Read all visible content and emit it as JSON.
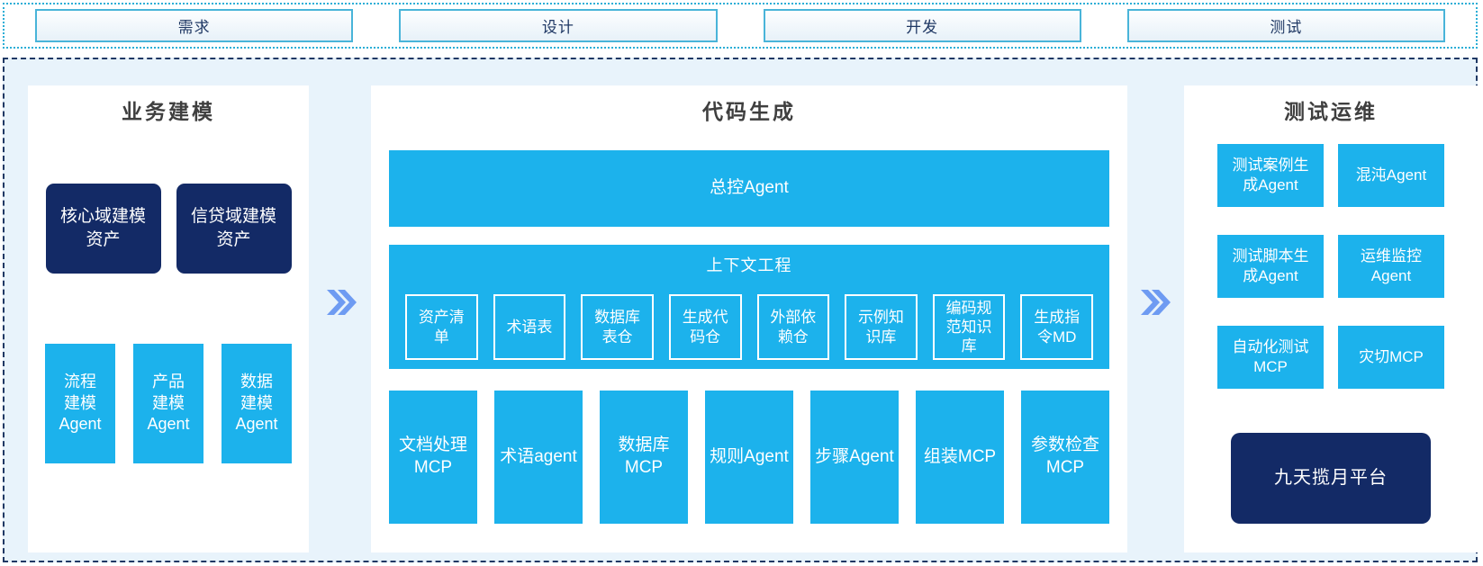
{
  "phases": [
    "需求",
    "设计",
    "开发",
    "测试"
  ],
  "flow": {
    "arrow_icon": "double-chevron-right",
    "arrow_color": "#6E9BF2"
  },
  "colors": {
    "cyan_box": "#1CB2EC",
    "navy_box": "#132A66",
    "container_bg": "#E8F3FB",
    "container_dashed_border": "#1F3864",
    "top_strip_dotted_border": "#2BAED6",
    "phase_box_border": "#49B4D9",
    "phase_text": "#1F3864",
    "panel_title_text": "#3F3F3F"
  },
  "panels": {
    "business": {
      "title": "业务建模",
      "assets": [
        "核心域建模\n资产",
        "信贷域建模\n资产"
      ],
      "agents": [
        "流程\n建模\nAgent",
        "产品\n建模\nAgent",
        "数据\n建模\nAgent"
      ]
    },
    "codegen": {
      "title": "代码生成",
      "master_agent": "总控Agent",
      "context": {
        "title": "上下文工程",
        "items": [
          "资产清\n单",
          "术语表",
          "数据库\n表仓",
          "生成代\n码仓",
          "外部依\n赖仓",
          "示例知\n识库",
          "编码规\n范知识\n库",
          "生成指\n令MD"
        ]
      },
      "workers": [
        "文档处理\nMCP",
        "术语agent",
        "数据库\nMCP",
        "规则Agent",
        "步骤Agent",
        "组装MCP",
        "参数检查\nMCP"
      ]
    },
    "testops": {
      "title": "测试运维",
      "boxes": [
        "测试案例生\n成Agent",
        "混沌Agent",
        "测试脚本生\n成Agent",
        "运维监控\nAgent",
        "自动化测试\nMCP",
        "灾切MCP"
      ],
      "platform": "九天揽月平台"
    }
  }
}
